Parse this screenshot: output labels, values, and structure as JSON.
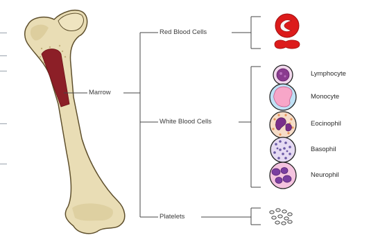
{
  "labels": {
    "marrow": "Marrow",
    "red_blood_cells": "Red Blood Cells",
    "white_blood_cells": "White Blood Cells",
    "platelets": "Platelets"
  },
  "white_cells": [
    {
      "name": "Lymphocyte"
    },
    {
      "name": "Monocyte"
    },
    {
      "name": "Eocinophil"
    },
    {
      "name": "Basophil"
    },
    {
      "name": "Neurophil"
    }
  ],
  "colors": {
    "bone": "#e9ddb5",
    "bone_outline": "#5e4f2c",
    "marrow": "#8c1f27",
    "red_cell": "#dc1b1b",
    "line": "#444444"
  }
}
